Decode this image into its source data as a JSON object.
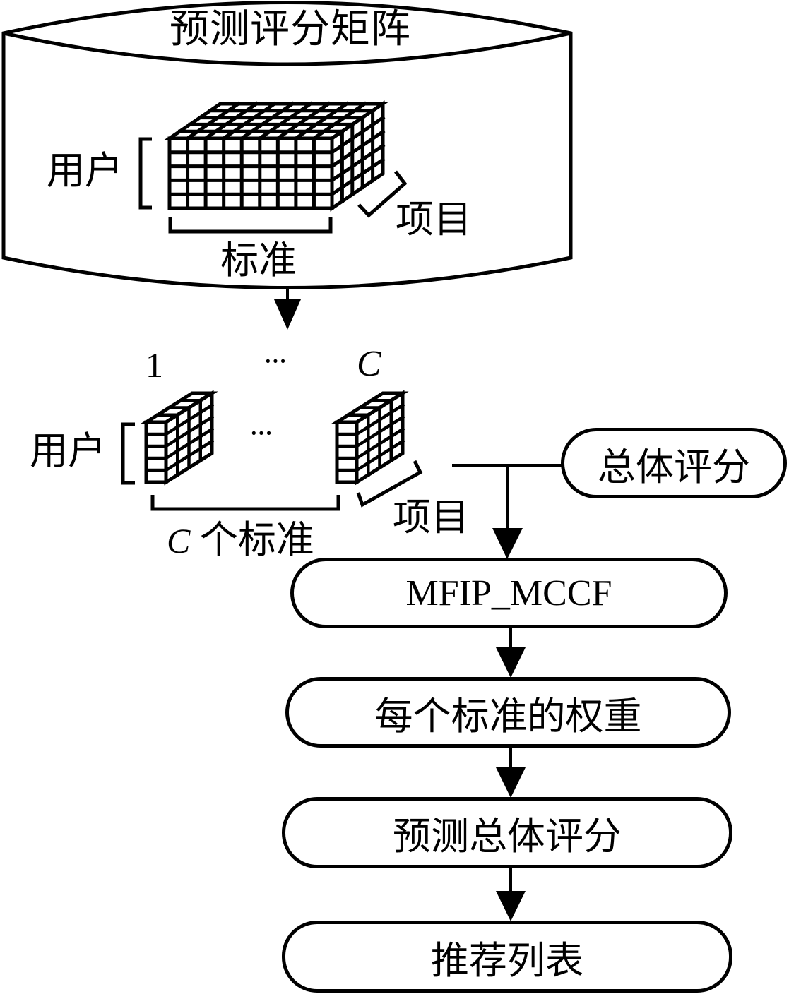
{
  "storage": {
    "title": "预测评分矩阵",
    "users_label": "用户",
    "items_label": "项目",
    "criteria_label": "标准",
    "cube": {
      "columns": 9,
      "rows": 5,
      "depth": 5
    }
  },
  "slices": {
    "index_first": "1",
    "index_ellipsis": "···",
    "index_last": "C",
    "between_ellipsis": "···",
    "users_label": "用户",
    "items_label": "项目",
    "criteria_count_symbol": "C",
    "criteria_count_label": "个标准",
    "slab": {
      "rows": 5,
      "depth": 4
    }
  },
  "input": {
    "overall_rating": "总体评分"
  },
  "flow": {
    "steps": [
      {
        "label": "MFIP_MCCF"
      },
      {
        "label": "每个标准的权重"
      },
      {
        "label": "预测总体评分"
      },
      {
        "label": "推荐列表"
      }
    ]
  },
  "colors": {
    "stroke": "#000000",
    "background": "#ffffff"
  }
}
